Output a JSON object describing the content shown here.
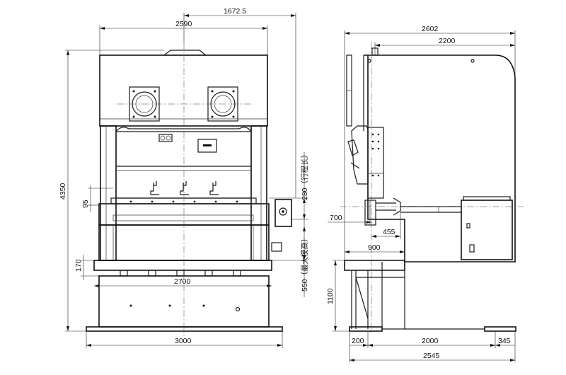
{
  "front_view": {
    "dims": {
      "top_offset": "1672.5",
      "upper_width": "2590",
      "total_height": "4350",
      "small_95": "95",
      "small_170": "170",
      "bolster_width": "2700",
      "base_width": "3000",
      "stroke": "280（行程长）",
      "shut_height": "550（最大模高）"
    }
  },
  "side_view": {
    "dims": {
      "overall_depth": "2602",
      "frame_depth": "2200",
      "feed_700": "700",
      "arm_455": "455",
      "table_900": "900",
      "table_height": "1100",
      "base_200": "200",
      "base_2000": "2000",
      "base_345": "345",
      "base_total": "2545"
    }
  }
}
